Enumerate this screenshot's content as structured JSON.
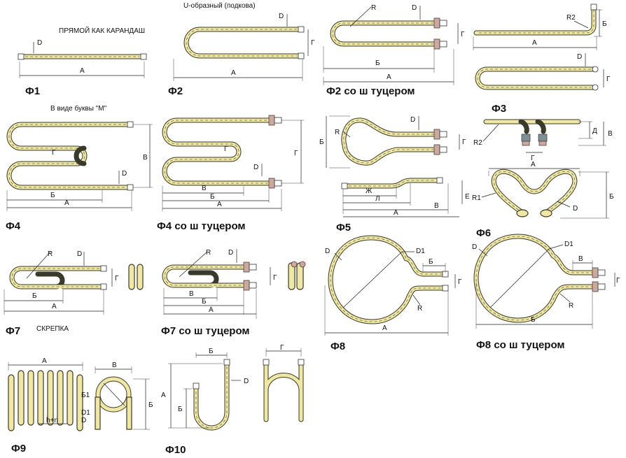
{
  "captions": {
    "f1_caption": "ПРЯМОЙ КАК КАРАНДАШ",
    "f2_caption": "U-образный (подкова)",
    "f4_caption": "В виде буквы \"М\"",
    "f7_caption": "СКРЕПКА"
  },
  "figures": {
    "f1": "Ф1",
    "f2": "Ф2",
    "f2s": "Ф2 со ш туцером",
    "f3": "Ф3",
    "f4": "Ф4",
    "f4s": "Ф4 со ш туцером",
    "f5": "Ф5",
    "f6": "Ф6",
    "f7": "Ф7",
    "f7s": "Ф7 со ш туцером",
    "f8": "Ф8",
    "f8s": "Ф8 со ш туцером",
    "f9": "Ф9",
    "f10": "Ф10"
  },
  "dims": {
    "A": "А",
    "B": "Б",
    "V": "В",
    "G": "Г",
    "D": "D",
    "R": "R",
    "R1": "R1",
    "R2": "R2",
    "D1": "D1",
    "B1": "Б1",
    "Dd": "Д",
    "E": "Е",
    "L": "Л",
    "Zh": "Ж",
    "pitch": "h+n"
  }
}
